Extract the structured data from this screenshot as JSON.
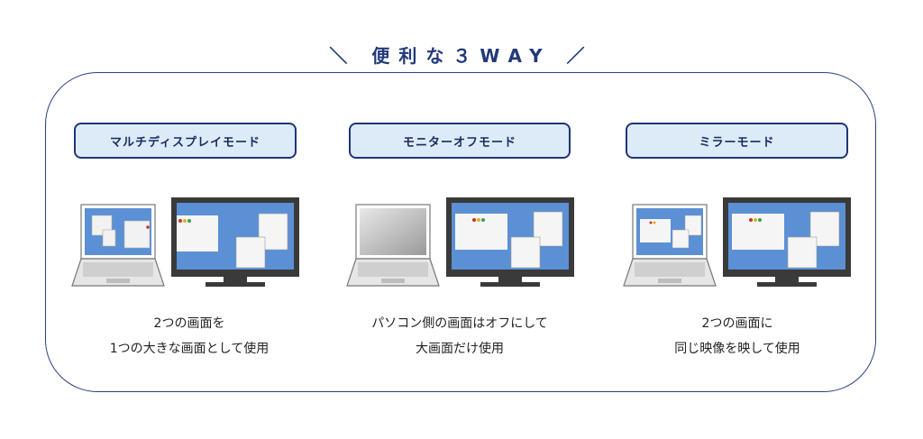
{
  "heading": "＼ 便利な３WAY ／",
  "modes": [
    {
      "label": "マルチディスプレイモード",
      "desc_line1": "2つの画面を",
      "desc_line2": "1つの大きな画面として使用"
    },
    {
      "label": "モニターオフモード",
      "desc_line1": "パソコン側の画面はオフにして",
      "desc_line2": "大画面だけ使用"
    },
    {
      "label": "ミラーモード",
      "desc_line1": "2つの画面に",
      "desc_line2": "同じ映像を映して使用"
    }
  ],
  "colors": {
    "accent": "#1f3577",
    "pill_bg": "#dcebf7",
    "screen_blue": "#5b90d4"
  },
  "icons": [
    "laptop-icon",
    "monitor-icon"
  ]
}
